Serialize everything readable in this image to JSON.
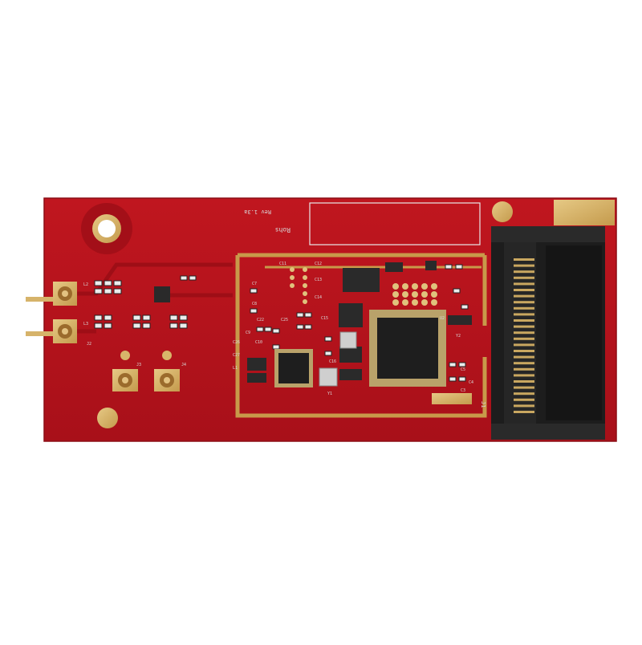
{
  "colors": {
    "background": "#ffffff",
    "pcb": "#b3121c",
    "pcb_edge": "#8c0d15",
    "gold": "#d8b56a",
    "component": "#222222",
    "silkscreen": "#d9d9d9"
  },
  "board": {
    "revision_text": "Rev 1.3a",
    "rohs_text": "Rohs",
    "connector_label": "J1"
  },
  "silkscreen_labels": [
    "C7",
    "C8",
    "C9",
    "C10",
    "C11",
    "C12",
    "C13",
    "C14",
    "C15",
    "C16",
    "C22",
    "C25",
    "C26",
    "C27",
    "L1",
    "L2",
    "L3",
    "J2",
    "J3",
    "J4",
    "Y1",
    "Y2",
    "U2",
    "C3",
    "C4",
    "C5"
  ]
}
